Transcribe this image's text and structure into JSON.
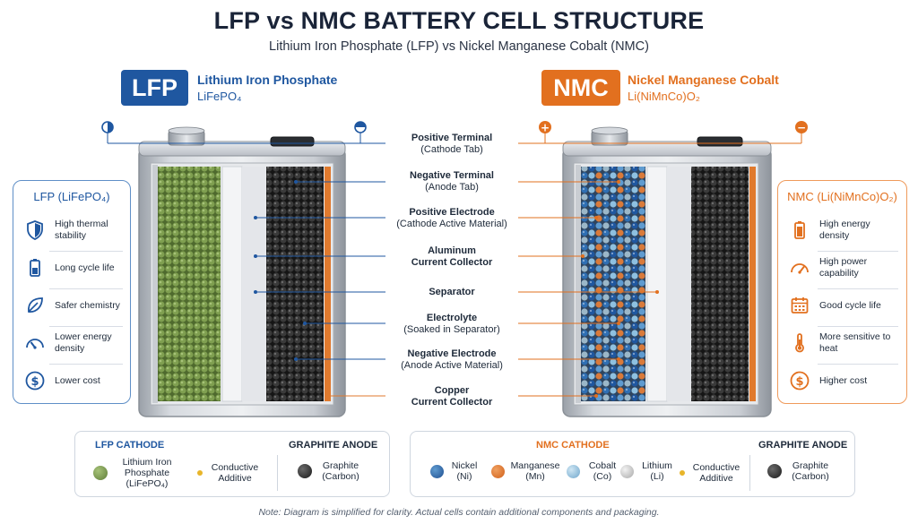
{
  "header": {
    "title": "LFP vs NMC BATTERY CELL STRUCTURE",
    "subtitle": "Lithium Iron Phosphate (LFP) vs Nickel Manganese Cobalt (NMC)"
  },
  "lfp": {
    "badge": "LFP",
    "name": "Lithium Iron Phosphate",
    "formula": "LiFePO₄",
    "panel_title": "LFP (LiFePO₄)",
    "features": [
      {
        "text": "High thermal stability",
        "icon": "shield-icon"
      },
      {
        "text": "Long cycle life",
        "icon": "battery-icon"
      },
      {
        "text": "Safer chemistry",
        "icon": "leaf-icon"
      },
      {
        "text": "Lower energy density",
        "icon": "gauge-icon"
      },
      {
        "text": "Lower cost",
        "icon": "dollar-icon"
      }
    ]
  },
  "nmc": {
    "badge": "NMC",
    "name": "Nickel Manganese Cobalt",
    "formula": "Li(NiMnCo)O₂",
    "panel_title": "NMC (Li(NiMnCo)O₂)",
    "features": [
      {
        "text": "High energy density",
        "icon": "battery-icon"
      },
      {
        "text": "High power capability",
        "icon": "gauge-icon"
      },
      {
        "text": "Good cycle life",
        "icon": "calendar-icon"
      },
      {
        "text": "More sensitive to heat",
        "icon": "thermometer-icon"
      },
      {
        "text": "Higher cost",
        "icon": "dollar-icon"
      }
    ]
  },
  "callouts": [
    {
      "main": "Positive Terminal",
      "sub": "(Cathode Tab)"
    },
    {
      "main": "Negative Terminal",
      "sub": "(Anode Tab)"
    },
    {
      "main": "Positive Electrode",
      "sub": "(Cathode Active Material)"
    },
    {
      "main": "Aluminum",
      "sub": "Current Collector"
    },
    {
      "main": "Separator",
      "sub": ""
    },
    {
      "main": "Electrolyte",
      "sub": "(Soaked in Separator)"
    },
    {
      "main": "Negative Electrode",
      "sub": "(Anode Active Material)"
    },
    {
      "main": "Copper",
      "sub": "Current Collector"
    }
  ],
  "terminal_symbols": {
    "plus": "+",
    "minus": "−"
  },
  "legend": {
    "lfp_cathode_title": "LFP CATHODE",
    "graphite_anode_title": "GRAPHITE ANODE",
    "nmc_cathode_title": "NMC CATHODE",
    "lfp_items": [
      {
        "label": "Lithium Iron Phosphate (LiFePO₄)",
        "color": "#6f8f45"
      },
      {
        "label": "Conductive Additive",
        "color": "#e8b52a"
      }
    ],
    "graphite_item": {
      "label": "Graphite (Carbon)",
      "color": "#2a2a2a"
    },
    "nmc_items": [
      {
        "label": "Nickel (Ni)",
        "color": "#1f57a0"
      },
      {
        "label": "Manganese (Mn)",
        "color": "#e2701f"
      },
      {
        "label": "Cobalt (Co)",
        "color": "#8ec0e0"
      },
      {
        "label": "Lithium (Li)",
        "color": "#c9c9c9"
      },
      {
        "label": "Conductive Additive",
        "color": "#e8b52a"
      }
    ]
  },
  "colors": {
    "lfp_blue": "#1f57a0",
    "nmc_orange": "#e2701f",
    "lfp_green": "#6f8f45",
    "graphite": "#2a2a2a",
    "copper": "#e07a2e"
  },
  "note": "Note: Diagram is simplified for clarity. Actual cells contain additional components and packaging."
}
